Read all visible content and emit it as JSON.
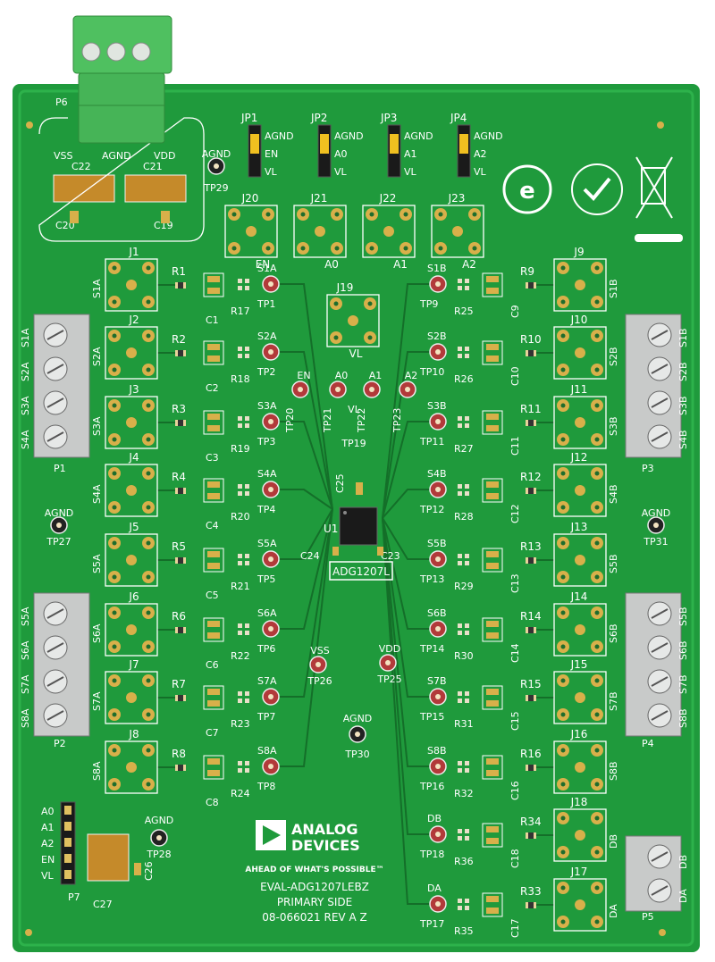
{
  "board": {
    "logo": "ANALOG DEVICES",
    "tagline": "AHEAD OF WHAT'S POSSIBLE™",
    "name": "EVAL-ADG1207LEBZ",
    "side": "PRIMARY SIDE",
    "revision": "08-066021 REV A Z",
    "chip": "ADG1207L",
    "chip_ref": "U1"
  },
  "colors": {
    "board": "#1f9a3c",
    "copper": "#d8b04a",
    "silk": "#ffffff",
    "terminal": "#c8cac9",
    "green_terminal": "#4fc060"
  },
  "connector_top": {
    "ref": "P6",
    "labels": [
      "VSS",
      "AGND",
      "VDD"
    ],
    "caps": [
      "C22",
      "C21",
      "C20",
      "C19"
    ]
  },
  "jumpers": [
    {
      "ref": "JP1",
      "pins": [
        "AGND",
        "EN",
        "VL"
      ]
    },
    {
      "ref": "JP2",
      "pins": [
        "AGND",
        "A0",
        "VL"
      ]
    },
    {
      "ref": "JP3",
      "pins": [
        "AGND",
        "A1",
        "VL"
      ]
    },
    {
      "ref": "JP4",
      "pins": [
        "AGND",
        "A2",
        "VL"
      ]
    }
  ],
  "top_sma": [
    {
      "ref": "J20",
      "label": "EN"
    },
    {
      "ref": "J21",
      "label": "A0"
    },
    {
      "ref": "J22",
      "label": "A1"
    },
    {
      "ref": "J23",
      "label": "A2"
    }
  ],
  "center_sma": {
    "ref": "J19",
    "label": "VL"
  },
  "left_channels": [
    {
      "j": "J1",
      "label": "S1A",
      "r": "R1",
      "c": "C1",
      "r2": "R17",
      "tp": "TP1",
      "tpl": "S1A"
    },
    {
      "j": "J2",
      "label": "S2A",
      "r": "R2",
      "c": "C2",
      "r2": "R18",
      "tp": "TP2",
      "tpl": "S2A"
    },
    {
      "j": "J3",
      "label": "S3A",
      "r": "R3",
      "c": "C3",
      "r2": "R19",
      "tp": "TP3",
      "tpl": "S3A"
    },
    {
      "j": "J4",
      "label": "S4A",
      "r": "R4",
      "c": "C4",
      "r2": "R20",
      "tp": "TP4",
      "tpl": "S4A"
    },
    {
      "j": "J5",
      "label": "S5A",
      "r": "R5",
      "c": "C5",
      "r2": "R21",
      "tp": "TP5",
      "tpl": "S5A"
    },
    {
      "j": "J6",
      "label": "S6A",
      "r": "R6",
      "c": "C6",
      "r2": "R22",
      "tp": "TP6",
      "tpl": "S6A"
    },
    {
      "j": "J7",
      "label": "S7A",
      "r": "R7",
      "c": "C7",
      "r2": "R23",
      "tp": "TP7",
      "tpl": "S7A"
    },
    {
      "j": "J8",
      "label": "S8A",
      "r": "R8",
      "c": "C8",
      "r2": "R24",
      "tp": "TP8",
      "tpl": "S8A"
    }
  ],
  "right_channels": [
    {
      "j": "J9",
      "label": "S1B",
      "r": "R9",
      "c": "C9",
      "r2": "R25",
      "tp": "TP9",
      "tpl": "S1B"
    },
    {
      "j": "J10",
      "label": "S2B",
      "r": "R10",
      "c": "C10",
      "r2": "R26",
      "tp": "TP10",
      "tpl": "S2B"
    },
    {
      "j": "J11",
      "label": "S3B",
      "r": "R11",
      "c": "C11",
      "r2": "R27",
      "tp": "TP11",
      "tpl": "S3B"
    },
    {
      "j": "J12",
      "label": "S4B",
      "r": "R12",
      "c": "C12",
      "r2": "R28",
      "tp": "TP12",
      "tpl": "S4B"
    },
    {
      "j": "J13",
      "label": "S5B",
      "r": "R13",
      "c": "C13",
      "r2": "R29",
      "tp": "TP13",
      "tpl": "S5B"
    },
    {
      "j": "J14",
      "label": "S6B",
      "r": "R14",
      "c": "C14",
      "r2": "R30",
      "tp": "TP14",
      "tpl": "S6B"
    },
    {
      "j": "J15",
      "label": "S7B",
      "r": "R15",
      "c": "C15",
      "r2": "R31",
      "tp": "TP15",
      "tpl": "S7B"
    },
    {
      "j": "J16",
      "label": "S8B",
      "r": "R16",
      "c": "C16",
      "r2": "R32",
      "tp": "TP16",
      "tpl": "S8B"
    },
    {
      "j": "J18",
      "label": "DB",
      "r": "R34",
      "c": "C18",
      "r2": "R36",
      "tp": "TP18",
      "tpl": "DB"
    },
    {
      "j": "J17",
      "label": "DA",
      "r": "R33",
      "c": "C17",
      "r2": "R35",
      "tp": "TP17",
      "tpl": "DA"
    }
  ],
  "terminals": [
    {
      "ref": "P1",
      "labels": [
        "S1A",
        "S2A",
        "S3A",
        "S4A"
      ]
    },
    {
      "ref": "P2",
      "labels": [
        "S5A",
        "S6A",
        "S7A",
        "S8A"
      ]
    },
    {
      "ref": "P3",
      "labels": [
        "S1B",
        "S2B",
        "S3B",
        "S4B"
      ]
    },
    {
      "ref": "P4",
      "labels": [
        "S5B",
        "S6B",
        "S7B",
        "S8B"
      ]
    },
    {
      "ref": "P5",
      "labels": [
        "DB",
        "DA"
      ]
    }
  ],
  "center_tps": [
    {
      "tp": "TP20",
      "label": "EN"
    },
    {
      "tp": "TP21",
      "label": "A0"
    },
    {
      "tp": "TP22",
      "label": "A1"
    },
    {
      "tp": "TP23",
      "label": "A2"
    },
    {
      "tp": "TP19",
      "label": "VL"
    },
    {
      "tp": "TP26",
      "label": "VSS"
    },
    {
      "tp": "TP25",
      "label": "VDD"
    }
  ],
  "agnd_tps": [
    {
      "tp": "TP29",
      "label": "AGND"
    },
    {
      "tp": "TP27",
      "label": "AGND"
    },
    {
      "tp": "TP31",
      "label": "AGND"
    },
    {
      "tp": "TP30",
      "label": "AGND"
    },
    {
      "tp": "TP28",
      "label": "AGND"
    }
  ],
  "chip_caps": [
    "C25",
    "C24",
    "C23"
  ],
  "header_p7": {
    "ref": "P7",
    "labels": [
      "A0",
      "A1",
      "A2",
      "EN",
      "VL"
    ],
    "caps": [
      "C27",
      "C26"
    ]
  }
}
